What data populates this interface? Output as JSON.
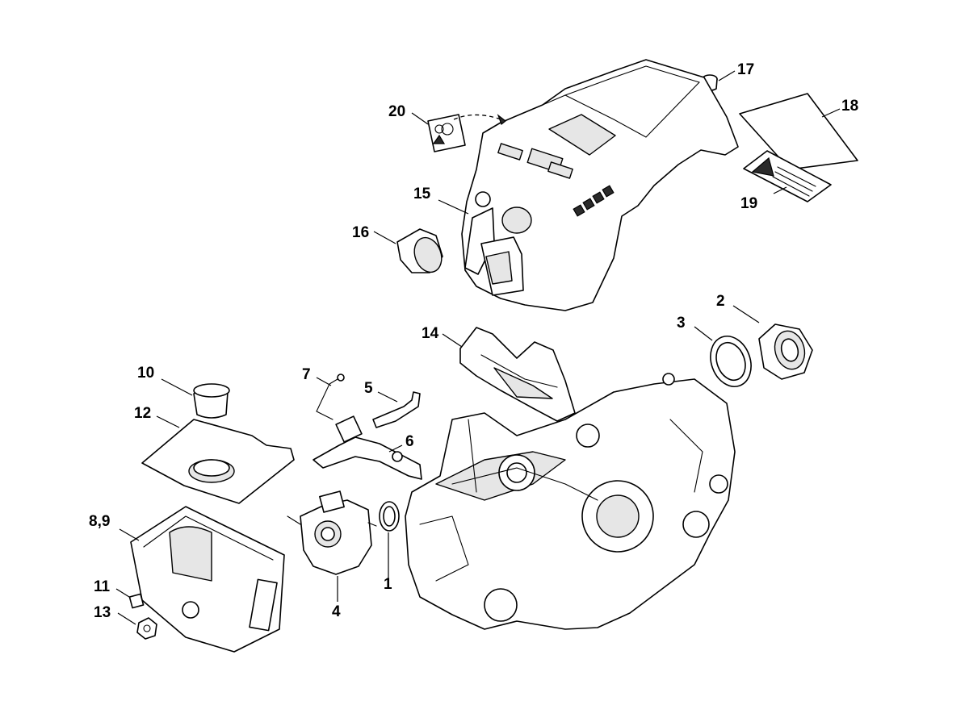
{
  "callouts": {
    "c1": "1",
    "c2": "2",
    "c3": "3",
    "c4": "4",
    "c5": "5",
    "c6": "6",
    "c7": "7",
    "c8_9": "8,9",
    "c10": "10",
    "c11": "11",
    "c12": "12",
    "c13": "13",
    "c14": "14",
    "c15": "15",
    "c16": "16",
    "c17": "17",
    "c18": "18",
    "c19": "19",
    "c20": "20"
  },
  "icons": {
    "arrow": "dashed-curved-arrow-icon",
    "warning": "warning-triangle-icon"
  },
  "colors": {
    "line": "#000000",
    "background": "#ffffff",
    "shade": "#e6e6e6"
  }
}
